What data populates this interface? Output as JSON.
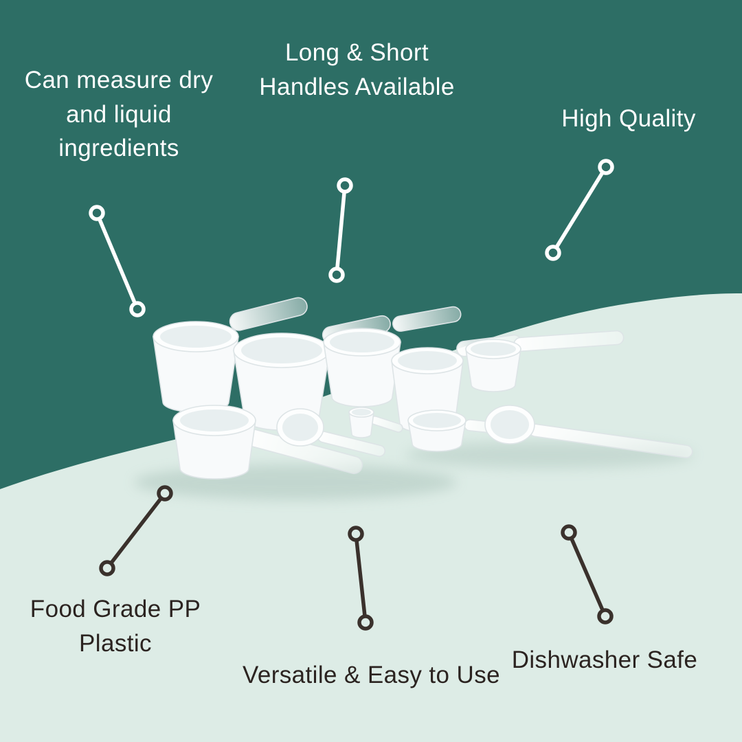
{
  "colors": {
    "background_top": "#2d6e65",
    "background_bottom": "#ddece6",
    "text_light": "#ffffff",
    "text_dark": "#2b2320",
    "callout_light": "#ffffff",
    "callout_dark": "#3a312c"
  },
  "callouts": {
    "measure": {
      "label": "Can measure dry and liquid ingredients"
    },
    "handles": {
      "label": "Long & Short Handles Available"
    },
    "quality": {
      "label": "High Quality"
    },
    "material": {
      "label": "Food Grade PP Plastic"
    },
    "versatile": {
      "label": "Versatile & Easy to Use"
    },
    "dishwasher": {
      "label": "Dishwasher Safe"
    }
  },
  "product_image": "white-plastic-measuring-scoops-set"
}
